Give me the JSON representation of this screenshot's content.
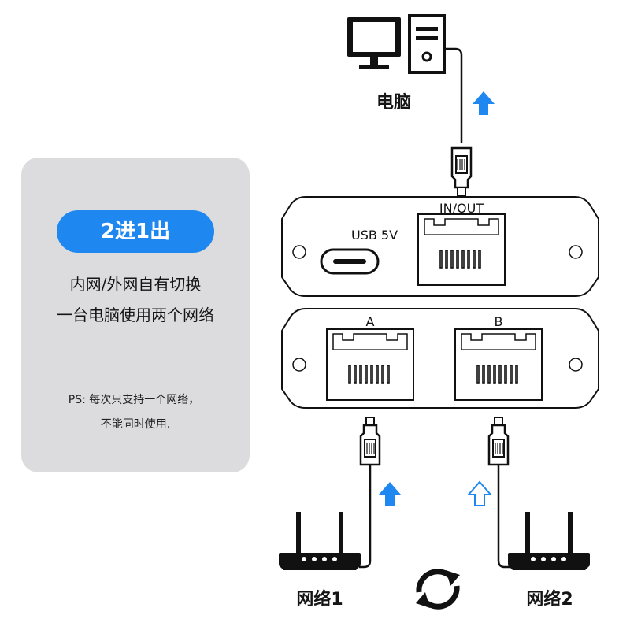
{
  "colors": {
    "accent": "#1f88f0",
    "card": "#dcdcde",
    "line": "#111111"
  },
  "info_card": {
    "badge": "2进1出",
    "description_line1": "内网/外网自有切换",
    "description_line2": "一台电脑使用两个网络",
    "note_line1": "PS: 每次只支持一个网络，",
    "note_line2": "不能同时使用."
  },
  "computer": {
    "label": "电脑",
    "icon": "desktop-computer-icon"
  },
  "device_top": {
    "usb_label": "USB 5V",
    "port_label": "IN/OUT"
  },
  "device_bottom": {
    "port_a_label": "A",
    "port_b_label": "B"
  },
  "router_1": {
    "label": "网络1",
    "icon": "router-icon"
  },
  "router_2": {
    "label": "网络2",
    "icon": "router-icon"
  },
  "switch_icon": "switch-cycle-icon"
}
